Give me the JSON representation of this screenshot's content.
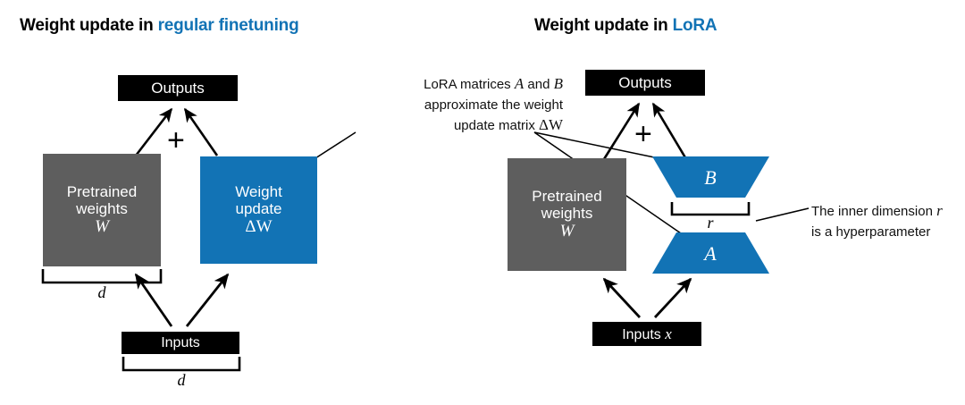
{
  "figure": {
    "background": "#ffffff",
    "colors": {
      "accent_blue": "#1273B5",
      "gray_block": "#5E5E5E",
      "black_block": "#000000",
      "text": "#111111"
    }
  },
  "left_panel": {
    "title_prefix": "Weight update in ",
    "title_accent": "regular finetuning",
    "outputs_box": {
      "label": "Outputs"
    },
    "plus_symbol": "+",
    "pretrained_box": {
      "line1": "Pretrained",
      "line2": "weights",
      "symbol": "W"
    },
    "weight_update_box": {
      "line1": "Weight",
      "line2": "update",
      "symbol": "ΔW"
    },
    "inputs_box": {
      "label": "Inputs"
    },
    "brace_weights_label": "d",
    "brace_inputs_label": "d"
  },
  "right_panel": {
    "title_prefix": "Weight update in ",
    "title_accent": "LoRA",
    "outputs_box": {
      "label": "Outputs"
    },
    "plus_symbol": "+",
    "pretrained_box": {
      "line1": "Pretrained",
      "line2": "weights",
      "symbol": "W"
    },
    "trapezoid_b_label": "B",
    "trapezoid_a_label": "A",
    "brace_r_label": "r",
    "inputs_box": {
      "label_text": "Inputs ",
      "label_symbol": "x"
    }
  },
  "annotations": {
    "lora_matrices": {
      "line1_pre": "LoRA matrices ",
      "line1_a": "A",
      "line1_mid": " and ",
      "line1_b": "B",
      "line2": "approximate the weight",
      "line3_pre": "update matrix ",
      "line3_delta": "ΔW"
    },
    "inner_dimension": {
      "line1_pre": "The inner dimension ",
      "line1_r": "r",
      "line2": "is a hyperparameter"
    }
  }
}
